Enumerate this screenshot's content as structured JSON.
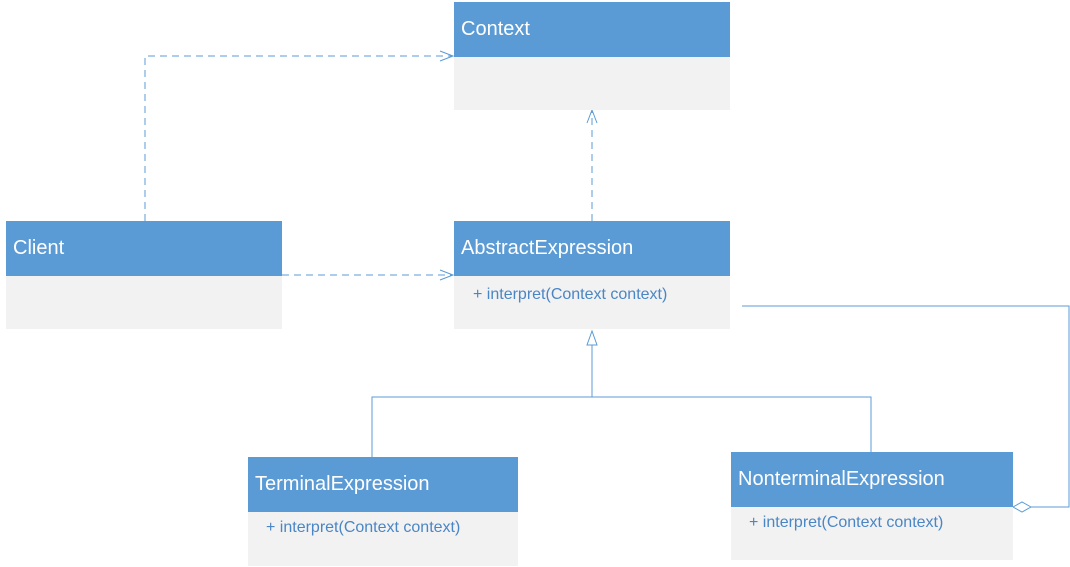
{
  "colors": {
    "header": "#5b9bd5",
    "body": "#f2f2f2",
    "line": "#5b9bd5",
    "method_text": "#4a86c5"
  },
  "classes": {
    "context": {
      "name": "Context",
      "methods": []
    },
    "client": {
      "name": "Client",
      "methods": []
    },
    "abstract_expression": {
      "name": "AbstractExpression",
      "methods": [
        "+ interpret(Context context)"
      ]
    },
    "terminal_expression": {
      "name": "TerminalExpression",
      "methods": [
        "+ interpret(Context context)"
      ]
    },
    "nonterminal_expression": {
      "name": "NonterminalExpression",
      "methods": [
        "+ interpret(Context context)"
      ]
    }
  },
  "relations": [
    {
      "from": "Client",
      "to": "Context",
      "type": "dependency"
    },
    {
      "from": "Client",
      "to": "AbstractExpression",
      "type": "dependency"
    },
    {
      "from": "AbstractExpression",
      "to": "Context",
      "type": "dependency"
    },
    {
      "from": "TerminalExpression",
      "to": "AbstractExpression",
      "type": "generalization"
    },
    {
      "from": "NonterminalExpression",
      "to": "AbstractExpression",
      "type": "generalization"
    },
    {
      "from": "NonterminalExpression",
      "to": "AbstractExpression",
      "type": "aggregation"
    }
  ]
}
